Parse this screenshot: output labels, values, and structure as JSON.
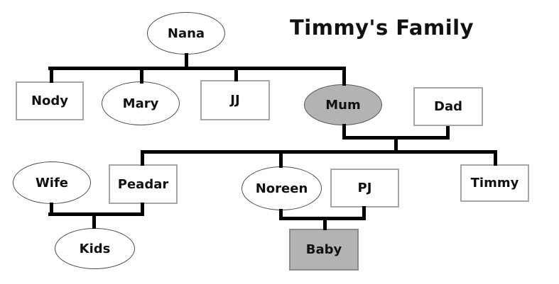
{
  "title": "Timmy's Family",
  "colors": {
    "line": "#000000",
    "node_fill": "#ffffff",
    "highlight_fill": "#b3b3b3",
    "rect_border": "#a6a6a6",
    "ellipse_border": "#4d4d4d",
    "background": "#ffffff"
  },
  "nodes": {
    "nana": {
      "label": "Nana",
      "shape": "ellipse",
      "highlighted": false
    },
    "nody": {
      "label": "Nody",
      "shape": "rect",
      "highlighted": false
    },
    "mary": {
      "label": "Mary",
      "shape": "ellipse",
      "highlighted": false
    },
    "jj": {
      "label": "JJ",
      "shape": "rect",
      "highlighted": false
    },
    "mum": {
      "label": "Mum",
      "shape": "ellipse",
      "highlighted": true
    },
    "dad": {
      "label": "Dad",
      "shape": "rect",
      "highlighted": false
    },
    "wife": {
      "label": "Wife",
      "shape": "ellipse",
      "highlighted": false
    },
    "peadar": {
      "label": "Peadar",
      "shape": "rect",
      "highlighted": false
    },
    "noreen": {
      "label": "Noreen",
      "shape": "ellipse",
      "highlighted": false
    },
    "pj": {
      "label": "PJ",
      "shape": "rect",
      "highlighted": false
    },
    "timmy": {
      "label": "Timmy",
      "shape": "rect",
      "highlighted": false
    },
    "kids": {
      "label": "Kids",
      "shape": "ellipse",
      "highlighted": false
    },
    "baby": {
      "label": "Baby",
      "shape": "rect",
      "highlighted": true
    }
  }
}
